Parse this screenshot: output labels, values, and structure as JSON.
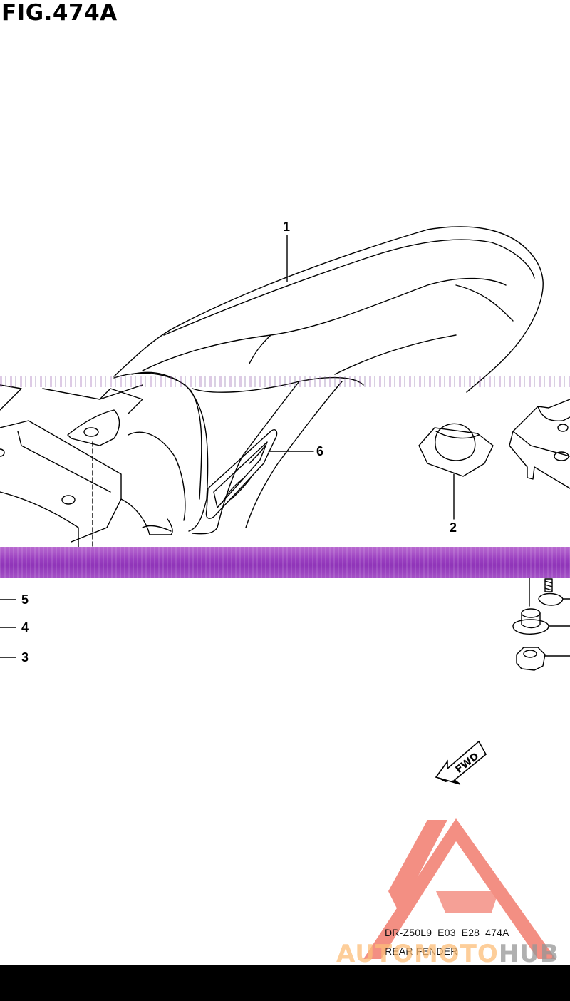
{
  "figure": {
    "title": "FIG.474A",
    "code": "DR-Z50L9_E03_E28_474A",
    "name": "REAR FENDER"
  },
  "callouts": [
    "1",
    "2",
    "3",
    "4",
    "5",
    "6"
  ],
  "arrow_label": "FWD",
  "watermark": {
    "part_a": "AUTOMOTO",
    "part_b": "HUB",
    "color_red": "#f06a5a",
    "color_orange": "#fcbe78",
    "color_gray": "#969696"
  },
  "band_color": "#9a3fc0"
}
